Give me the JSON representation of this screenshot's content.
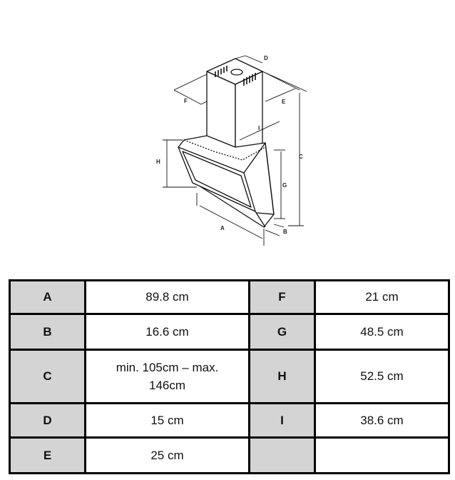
{
  "diagram": {
    "labels": {
      "A": "A",
      "B": "B",
      "C": "C",
      "D": "D",
      "E": "E",
      "F": "F",
      "G": "G",
      "H": "H",
      "I": "I"
    }
  },
  "dimensions": {
    "rows": [
      {
        "k1": "A",
        "v1": "89.8 cm",
        "k2": "F",
        "v2": "21 cm"
      },
      {
        "k1": "B",
        "v1": "16.6 cm",
        "k2": "G",
        "v2": "48.5 cm"
      },
      {
        "k1": "C",
        "v1": "min. 105cm – max. 146cm",
        "k2": "H",
        "v2": "52.5 cm"
      },
      {
        "k1": "D",
        "v1": "15 cm",
        "k2": "I",
        "v2": "38.6 cm"
      },
      {
        "k1": "E",
        "v1": "25 cm",
        "k2": "",
        "v2": ""
      }
    ]
  }
}
